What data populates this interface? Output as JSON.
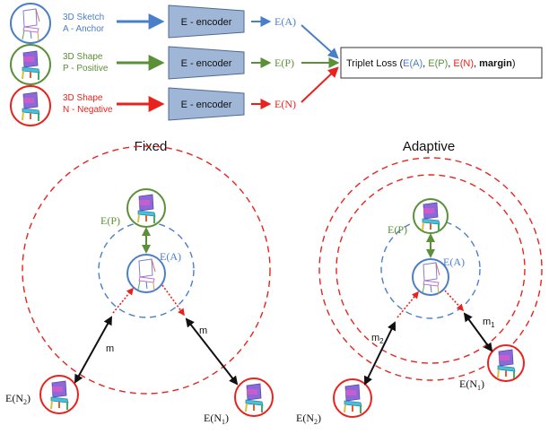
{
  "colors": {
    "anchor": "#4a7fc8",
    "positive": "#5b8f38",
    "negative": "#e8231e",
    "encoder_fill": "#9fb6d6",
    "encoder_stroke": "#4d6a93"
  },
  "pipeline": {
    "anchor": {
      "line1": "3D Sketch",
      "line2": "A - Anchor",
      "embedding": "E(A)",
      "icon": "sketch-chair-icon"
    },
    "positive": {
      "line1": "3D Shape",
      "line2": "P - Positive",
      "embedding": "E(P)",
      "icon": "shape-chair-icon"
    },
    "negative": {
      "line1": "3D Shape",
      "line2": "N - Negative",
      "embedding": "E(N)",
      "icon": "shape-chair-icon"
    },
    "encoder_label": "E - encoder",
    "loss": {
      "prefix": "Triplet Loss (",
      "a": "E(A)",
      "sep1": ", ",
      "p": "E(P)",
      "sep2": ", ",
      "n": "E(N)",
      "sep3": ",  ",
      "margin": "margin",
      "suffix": ")"
    }
  },
  "fixed": {
    "title": "Fixed",
    "pos_label": "E(P)",
    "anchor_label": "E(A)",
    "n2_label": "E(N",
    "n2_sub": "2",
    "n1_label": "E(N",
    "n1_sub": "1",
    "close_paren": ")",
    "margin_left": "m",
    "margin_right": "m"
  },
  "adaptive": {
    "title": "Adaptive",
    "pos_label": "E(P)",
    "anchor_label": "E(A)",
    "n2_label": "E(N",
    "n2_sub": "2",
    "n1_label": "E(N",
    "n1_sub": "1",
    "close_paren": ")",
    "margin_left": "m",
    "margin_left_sub": "2",
    "margin_right": "m",
    "margin_right_sub": "1"
  }
}
